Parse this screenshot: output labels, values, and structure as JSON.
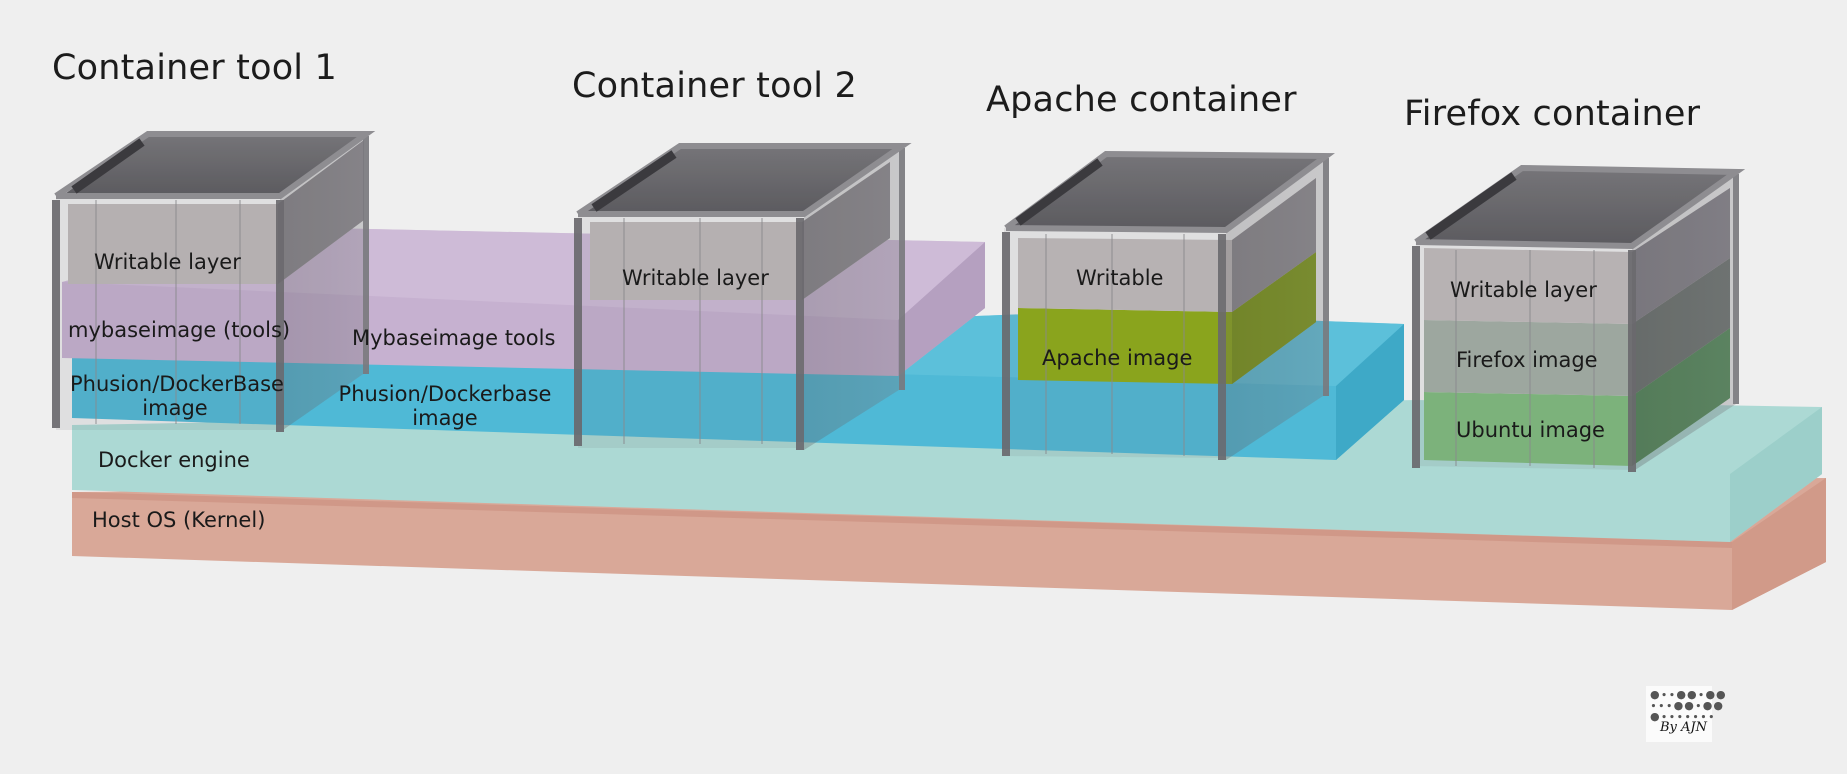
{
  "titles": {
    "tool1": "Container tool 1",
    "tool2": "Container tool 2",
    "apache": "Apache container",
    "firefox": "Firefox container"
  },
  "layers": {
    "host_os": "Host OS (Kernel)",
    "docker_engine": "Docker engine",
    "phusion_small": "Phusion/DockerBase image",
    "phusion_large": "Phusion/Dockerbase image",
    "mybaseimage_tools_small": "mybaseimage (tools)",
    "mybaseimage_tools_large": "Mybaseimage tools",
    "writable_layer_1": "Writable layer",
    "writable_layer_2": "Writable layer",
    "writable_apache": "Writable",
    "apache_image": "Apache image",
    "writable_layer_firefox": "Writable layer",
    "firefox_image": "Firefox image",
    "ubuntu_image": "Ubuntu image"
  },
  "credit": "By AJN",
  "colors": {
    "background": "#efefef",
    "host_os": "#d9a898",
    "docker_engine": "#acd9d4",
    "phusion": "#4fb9d6",
    "mybaseimage": "#c6b1d0",
    "apache_image": "#8fac14",
    "firefox_image": "#a5b0a6",
    "ubuntu_image": "#7fbc7d",
    "writable": "#bfbaba",
    "container_frame": "#77767a"
  }
}
